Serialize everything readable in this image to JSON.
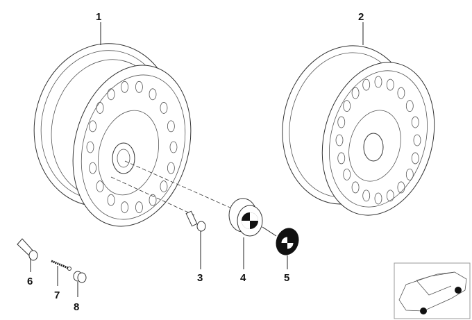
{
  "diagram": {
    "type": "parts-diagram",
    "parts": [
      {
        "number": "1",
        "label": "1"
      },
      {
        "number": "2",
        "label": "2"
      },
      {
        "number": "3",
        "label": "3"
      },
      {
        "number": "4",
        "label": "4"
      },
      {
        "number": "5",
        "label": "5"
      },
      {
        "number": "6",
        "label": "6"
      },
      {
        "number": "7",
        "label": "7"
      },
      {
        "number": "8",
        "label": "8"
      }
    ]
  },
  "colors": {
    "line": "#222222",
    "emblem": "#111111"
  }
}
